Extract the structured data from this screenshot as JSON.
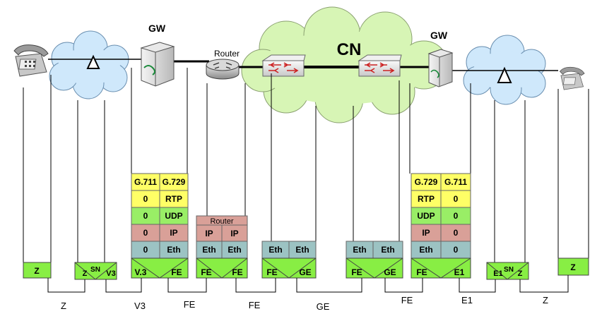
{
  "labels": {
    "gw_left": "GW",
    "gw_right": "GW",
    "router": "Router",
    "cn": "CN"
  },
  "stacks": {
    "gw_left_col1": [
      "G.711",
      "0",
      "0",
      "0",
      "0"
    ],
    "gw_left_col2": [
      "G.729",
      "RTP",
      "UDP",
      "IP",
      "Eth"
    ],
    "router_header": "Router",
    "router_col1": [
      "IP",
      "Eth"
    ],
    "router_col2": [
      "IP",
      "Eth"
    ],
    "eth_left": [
      "Eth",
      "Eth"
    ],
    "eth_right": [
      "Eth",
      "Eth"
    ],
    "gw_right_col1": [
      "G.729",
      "RTP",
      "UDP",
      "IP",
      "Eth"
    ],
    "gw_right_col2": [
      "G.711",
      "0",
      "0",
      "0",
      "0"
    ]
  },
  "interfaces": {
    "z_left": "Z",
    "sn_left": [
      "Z",
      "SN",
      "V3"
    ],
    "gw_left": [
      "V.3",
      "FE"
    ],
    "router": [
      "FE",
      "FE"
    ],
    "switch_left": [
      "FE",
      "GE"
    ],
    "switch_right": [
      "FE",
      "GE"
    ],
    "gw_right": [
      "FE",
      "E1"
    ],
    "sn_right": [
      "E1",
      "SN",
      "Z"
    ],
    "z_right": "Z"
  },
  "links": [
    "Z",
    "V3",
    "FE",
    "FE",
    "GE",
    "FE",
    "E1",
    "Z"
  ],
  "colors": {
    "yellow": "#ffff66",
    "green": "#99ee66",
    "pink": "#d9a098",
    "teal": "#9cc3c3",
    "iface": "#88ee44",
    "cloud": "#cfe8fb",
    "cloud_cn": "#d7f5b5"
  },
  "icons": [
    "telephone-icon",
    "access-cloud",
    "gateway-icon",
    "router-icon",
    "switch-icon",
    "core-network-cloud"
  ]
}
